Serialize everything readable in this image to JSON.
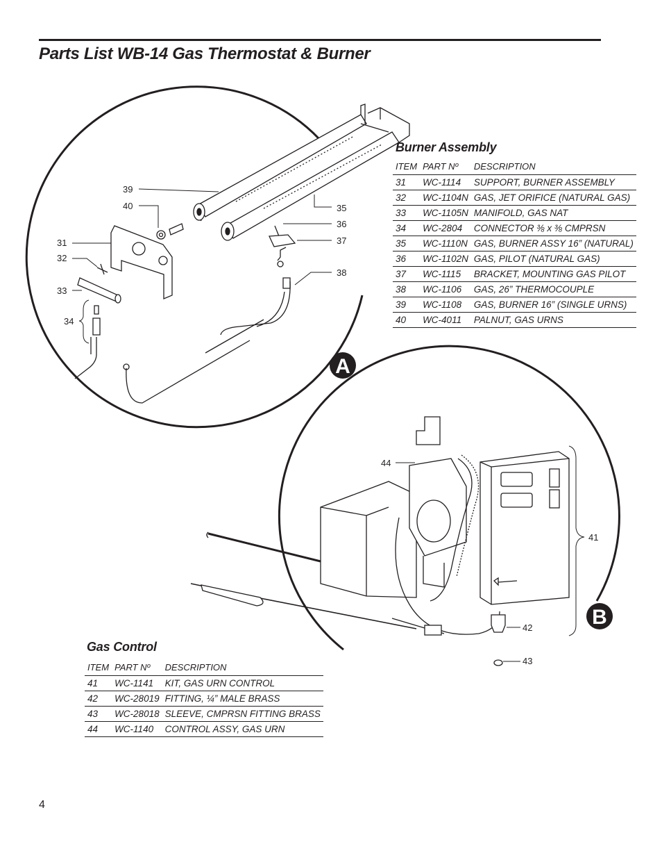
{
  "title": "Parts List WB-14 Gas Thermostat & Burner",
  "page_number": "4",
  "columns": {
    "item": "ITEM",
    "part": "PART Nº",
    "description": "DESCRIPTION"
  },
  "callouts": {
    "c31": "31",
    "c32": "32",
    "c33": "33",
    "c34": "34",
    "c35": "35",
    "c36": "36",
    "c37": "37",
    "c38": "38",
    "c39": "39",
    "c40": "40",
    "c41": "41",
    "c42": "42",
    "c43": "43",
    "c44": "44"
  },
  "detail_a": "A",
  "detail_b": "B",
  "burner_assembly": {
    "heading": "Burner Assembly",
    "rows": [
      {
        "item": "31",
        "part": "WC-1114",
        "description": "SUPPORT, BURNER ASSEMBLY"
      },
      {
        "item": "32",
        "part": "WC-1104N",
        "description": "GAS, JET ORIFICE (NATURAL GAS)"
      },
      {
        "item": "33",
        "part": "WC-1105N",
        "description": "MANIFOLD, GAS NAT"
      },
      {
        "item": "34",
        "part": "WC-2804",
        "description": "CONNECTOR ⅜ x ⅜ CMPRSN"
      },
      {
        "item": "35",
        "part": "WC-1110N",
        "description": "GAS, BURNER ASSY 16” (NATURAL)"
      },
      {
        "item": "36",
        "part": "WC-1102N",
        "description": "GAS, PILOT (NATURAL GAS)"
      },
      {
        "item": "37",
        "part": "WC-1115",
        "description": "BRACKET, MOUNTING GAS PILOT"
      },
      {
        "item": "38",
        "part": "WC-1106",
        "description": "GAS, 26” THERMOCOUPLE"
      },
      {
        "item": "39",
        "part": "WC-1108",
        "description": "GAS, BURNER 16” (SINGLE URNS)"
      },
      {
        "item": "40",
        "part": "WC-4011",
        "description": "PALNUT, GAS URNS"
      }
    ]
  },
  "gas_control": {
    "heading": "Gas Control",
    "rows": [
      {
        "item": "41",
        "part": "WC-1141",
        "description": "KIT, GAS URN CONTROL"
      },
      {
        "item": "42",
        "part": "WC-28019",
        "description": "FITTING, ¼” MALE BRASS"
      },
      {
        "item": "43",
        "part": "WC-28018",
        "description": "SLEEVE, CMPRSN FITTING BRASS"
      },
      {
        "item": "44",
        "part": "WC-1140",
        "description": "CONTROL ASSY, GAS URN"
      }
    ]
  }
}
